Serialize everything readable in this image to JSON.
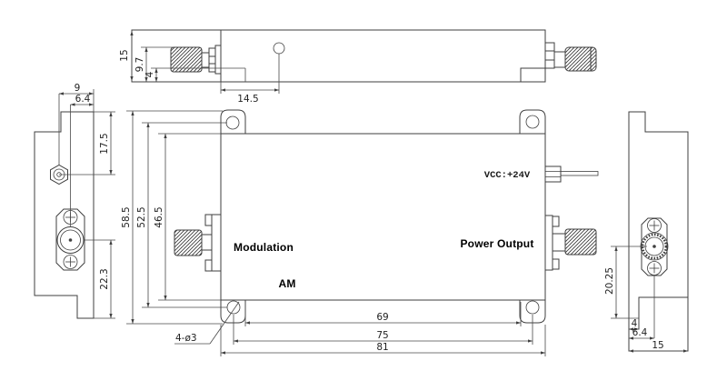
{
  "top_view": {
    "dims": {
      "height": "15",
      "connector": "9.7",
      "pin": "4",
      "hole": "14.5"
    }
  },
  "left_view": {
    "dims": {
      "nut_to_edge": "9",
      "center_to_edge": "6.4",
      "top_to_nut": "17.5",
      "center_to_bottom": "22.3"
    }
  },
  "front_view": {
    "labels": {
      "modulation": "Modulation",
      "am": "AM",
      "power_output": "Power Output",
      "vcc": "VCC:+24V"
    },
    "dims": {
      "overall_height": "58.5",
      "hole_pitch_vertical": "52.5",
      "body_height": "46.5",
      "body_inner_width": "69",
      "hole_pitch_horizontal": "75",
      "overall_width": "81",
      "mounting_holes": "4-ø3"
    }
  },
  "right_view": {
    "dims": {
      "center_to_step": "20.25",
      "step": "4",
      "center_to_edge": "6.4",
      "width": "15"
    }
  },
  "colors": {
    "line": "#3f3f3f",
    "dim_text": "#222222",
    "label_text": "#000000",
    "background": "#ffffff"
  }
}
